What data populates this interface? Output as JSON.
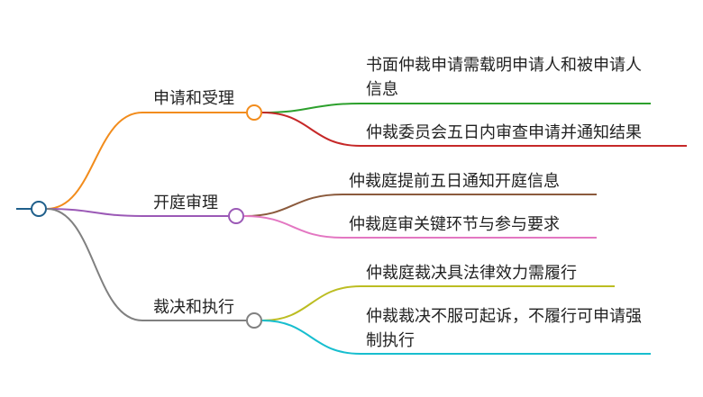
{
  "mindmap": {
    "branches": [
      {
        "label": "申请和受理",
        "color": "#f28c1c",
        "children": [
          {
            "label": "书面仲裁申请需载明申请人和被申请人信息",
            "color": "#2ca02c"
          },
          {
            "label": "仲裁委员会五日内审查申请并通知结果",
            "color": "#c62828"
          }
        ]
      },
      {
        "label": "开庭审理",
        "color": "#9b59b6",
        "children": [
          {
            "label": "仲裁庭提前五日通知开庭信息",
            "color": "#8b5a3c"
          },
          {
            "label": "仲裁庭审关键环节与参与要求",
            "color": "#e377c2"
          }
        ]
      },
      {
        "label": "裁决和执行",
        "color": "#808080",
        "children": [
          {
            "label": "仲裁庭裁决具法律效力需履行",
            "color": "#bcbd22"
          },
          {
            "label": "仲裁裁决不服可起诉，不履行可申请强制执行",
            "color": "#17becf"
          }
        ]
      }
    ],
    "root_color": "#1f5f8b"
  }
}
